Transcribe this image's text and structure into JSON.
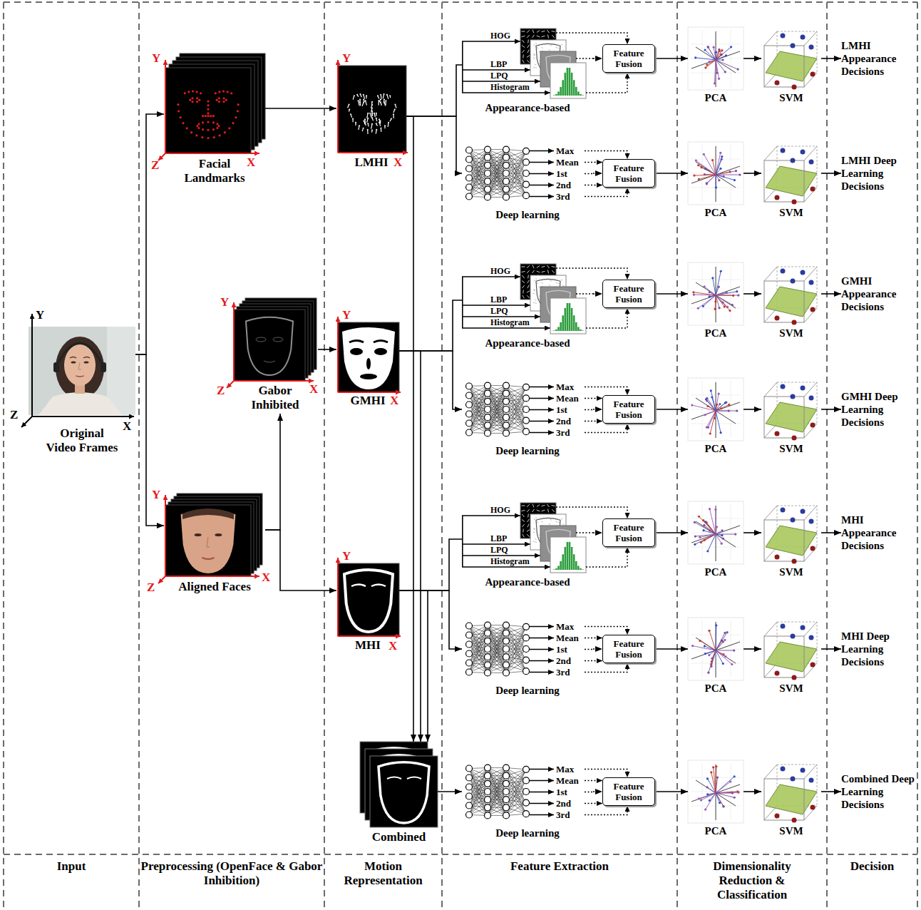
{
  "diagram": {
    "nodes": [
      {
        "text": [
          "Original Video Frames"
        ]
      },
      {
        "text": [
          "Facial Landmarks"
        ]
      },
      {
        "text": [
          "Gabor Inhibited"
        ]
      },
      {
        "text": [
          "Aligned Faces"
        ]
      },
      {
        "text": [
          "LMHI"
        ]
      },
      {
        "text": [
          "GMHI"
        ]
      },
      {
        "text": [
          "MHI"
        ]
      },
      {
        "text": [
          "Combined"
        ]
      },
      {
        "text": [
          "HOG",
          "LBP",
          "LPQ",
          "Histogram",
          "Appearance-based"
        ]
      },
      {
        "text": [
          "Feature Fusion"
        ]
      },
      {
        "text": [
          "PCA"
        ]
      },
      {
        "text": [
          "SVM"
        ]
      },
      {
        "text": [
          "LMHI Appearance Decisions"
        ]
      },
      {
        "text": [
          "Max",
          "Mean",
          "1st",
          "2nd",
          "3rd",
          "Deep learning"
        ]
      },
      {
        "text": [
          "Feature Fusion"
        ]
      },
      {
        "text": [
          "PCA"
        ]
      },
      {
        "text": [
          "SVM"
        ]
      },
      {
        "text": [
          "LMHI Deep Learning Decisions"
        ]
      },
      {
        "text": [
          "HOG",
          "LBP",
          "LPQ",
          "Histogram",
          "Appearance-based"
        ]
      },
      {
        "text": [
          "Feature Fusion"
        ]
      },
      {
        "text": [
          "PCA"
        ]
      },
      {
        "text": [
          "SVM"
        ]
      },
      {
        "text": [
          "GMHI Appearance Decisions"
        ]
      },
      {
        "text": [
          "Max",
          "Mean",
          "1st",
          "2nd",
          "3rd",
          "Deep learning"
        ]
      },
      {
        "text": [
          "Feature Fusion"
        ]
      },
      {
        "text": [
          "PCA"
        ]
      },
      {
        "text": [
          "SVM"
        ]
      },
      {
        "text": [
          "GMHI Deep Learning Decisions"
        ]
      },
      {
        "text": [
          "HOG",
          "LBP",
          "LPQ",
          "Histogram",
          "Appearance-based"
        ]
      },
      {
        "text": [
          "Feature Fusion"
        ]
      },
      {
        "text": [
          "PCA"
        ]
      },
      {
        "text": [
          "SVM"
        ]
      },
      {
        "text": [
          "MHI Appearance Decisions"
        ]
      },
      {
        "text": [
          "Max",
          "Mean",
          "1st",
          "2nd",
          "3rd",
          "Deep learning"
        ]
      },
      {
        "text": [
          "Feature Fusion"
        ]
      },
      {
        "text": [
          "PCA"
        ]
      },
      {
        "text": [
          "SVM"
        ]
      },
      {
        "text": [
          "MHI Deep Learning Decisions"
        ]
      },
      {
        "text": [
          "Max",
          "Mean",
          "1st",
          "2nd",
          "3rd",
          "Deep learning"
        ]
      },
      {
        "text": [
          "Feature Fusion"
        ]
      },
      {
        "text": [
          "PCA"
        ]
      },
      {
        "text": [
          "SVM"
        ]
      },
      {
        "text": [
          "Combined Deep Learning Decisions"
        ]
      }
    ],
    "edges": [
      {
        "from": 0,
        "to": 1,
        "arrow": "to"
      },
      {
        "from": 0,
        "to": 3,
        "arrow": "to"
      },
      {
        "from": 1,
        "to": 4,
        "arrow": "to"
      },
      {
        "from": 3,
        "to": 2,
        "arrow": "to"
      },
      {
        "from": 2,
        "to": 5,
        "arrow": "to"
      },
      {
        "from": 3,
        "to": 6,
        "arrow": "to"
      },
      {
        "from": 4,
        "to": 8,
        "arrow": "none"
      },
      {
        "from": 4,
        "to": 13,
        "arrow": "to"
      },
      {
        "from": 4,
        "to": 7,
        "arrow": "to"
      },
      {
        "from": 5,
        "to": 18,
        "arrow": "none"
      },
      {
        "from": 5,
        "to": 23,
        "arrow": "to"
      },
      {
        "from": 5,
        "to": 7,
        "arrow": "to"
      },
      {
        "from": 6,
        "to": 28,
        "arrow": "none"
      },
      {
        "from": 6,
        "to": 33,
        "arrow": "to"
      },
      {
        "from": 6,
        "to": 7,
        "arrow": "to"
      },
      {
        "from": 7,
        "to": 38,
        "arrow": "to"
      },
      {
        "from": 8,
        "to": 9,
        "arrow": "to"
      },
      {
        "from": 9,
        "to": 10,
        "arrow": "to"
      },
      {
        "from": 10,
        "to": 11,
        "arrow": "to"
      },
      {
        "from": 11,
        "to": 12,
        "arrow": "to"
      },
      {
        "from": 13,
        "to": 14,
        "arrow": "to"
      },
      {
        "from": 14,
        "to": 15,
        "arrow": "to"
      },
      {
        "from": 15,
        "to": 16,
        "arrow": "to"
      },
      {
        "from": 16,
        "to": 17,
        "arrow": "to"
      },
      {
        "from": 18,
        "to": 19,
        "arrow": "to"
      },
      {
        "from": 19,
        "to": 20,
        "arrow": "to"
      },
      {
        "from": 20,
        "to": 21,
        "arrow": "to"
      },
      {
        "from": 21,
        "to": 22,
        "arrow": "to"
      },
      {
        "from": 23,
        "to": 24,
        "arrow": "to"
      },
      {
        "from": 24,
        "to": 25,
        "arrow": "to"
      },
      {
        "from": 25,
        "to": 26,
        "arrow": "to"
      },
      {
        "from": 26,
        "to": 27,
        "arrow": "to"
      },
      {
        "from": 28,
        "to": 29,
        "arrow": "to"
      },
      {
        "from": 29,
        "to": 30,
        "arrow": "to"
      },
      {
        "from": 30,
        "to": 31,
        "arrow": "to"
      },
      {
        "from": 31,
        "to": 32,
        "arrow": "to"
      },
      {
        "from": 33,
        "to": 34,
        "arrow": "to"
      },
      {
        "from": 34,
        "to": 35,
        "arrow": "to"
      },
      {
        "from": 35,
        "to": 36,
        "arrow": "to"
      },
      {
        "from": 36,
        "to": 37,
        "arrow": "to"
      },
      {
        "from": 38,
        "to": 39,
        "arrow": "to"
      },
      {
        "from": 39,
        "to": 40,
        "arrow": "to"
      },
      {
        "from": 40,
        "to": 41,
        "arrow": "to"
      },
      {
        "from": 41,
        "to": 42,
        "arrow": "to"
      }
    ],
    "labels": [
      "Y",
      "Z",
      "X",
      "Y",
      "Z",
      "X",
      "Y",
      "Z",
      "X",
      "Y",
      "Z",
      "X",
      "Y",
      "X",
      "Y",
      "X",
      "Y",
      "X",
      "Input",
      "Preprocessing (OpenFace & Gabor Inhibition)",
      "Motion Representation",
      "Feature Extraction",
      "Dimensionality Reduction & Classification",
      "Decision"
    ]
  }
}
